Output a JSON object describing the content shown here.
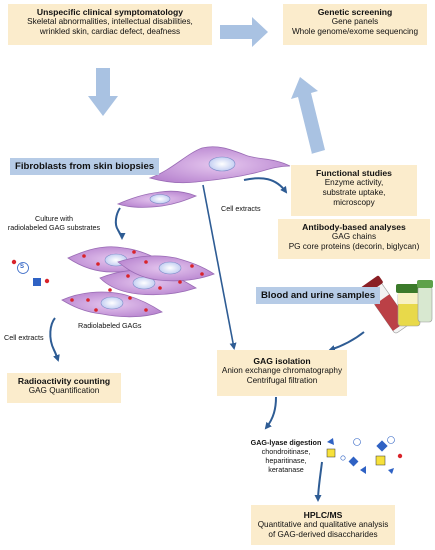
{
  "boxes": {
    "symptoms": {
      "title": "Unspecific clinical symptomatology",
      "lines": [
        "Skeletal abnormalities, intellectual disabilities,",
        "wrinkled skin, cardiac defect, deafness"
      ]
    },
    "genetic": {
      "title": "Genetic screening",
      "lines": [
        "Gene panels",
        "Whole genome/exome sequencing"
      ]
    },
    "functional": {
      "title": "Functional studies",
      "lines": [
        "Enzyme activity,",
        "substrate uptake,",
        "microscopy"
      ]
    },
    "antibody": {
      "title": "Antibody-based analyses",
      "lines": [
        "GAG chains",
        "PG core proteins (decorin, biglycan)"
      ]
    },
    "radio": {
      "title": "Radioactivity counting",
      "lines": [
        "GAG Quantification"
      ]
    },
    "gag_isolation": {
      "title": "GAG isolation",
      "lines": [
        "Anion exchange chromatography",
        "Centrifugal filtration"
      ]
    },
    "hplc": {
      "title": "HPLC/MS",
      "lines": [
        "Quantitative and qualitative analysis",
        "of GAG-derived disaccharides"
      ]
    }
  },
  "headers": {
    "fibroblasts": "Fibroblasts from skin biopsies",
    "blood_urine": "Blood and urine samples"
  },
  "labels": {
    "culture": [
      "Culture with",
      "radiolabeled GAG substrates"
    ],
    "cell_extracts_top": "Cell extracts",
    "cell_extracts_left": "Cell extracts",
    "radiolabeled": "Radiolabeled GAGs",
    "lyase_title": "GAG-lyase digestion",
    "lyase_enzymes": [
      "chondroitinase,",
      "heparitinase,",
      "keratanase"
    ],
    "s_symbol": "S"
  },
  "colors": {
    "box_fill": "#fbeccc",
    "blue_header": "#b6cbe6",
    "big_arrow": "#a9c2e2",
    "dark_arrow": "#2e5c94",
    "cell": "#c89ad6",
    "red_dot": "#d9232a",
    "blue_square": "#2f62c4",
    "yellow_square": "#f7e13a"
  }
}
